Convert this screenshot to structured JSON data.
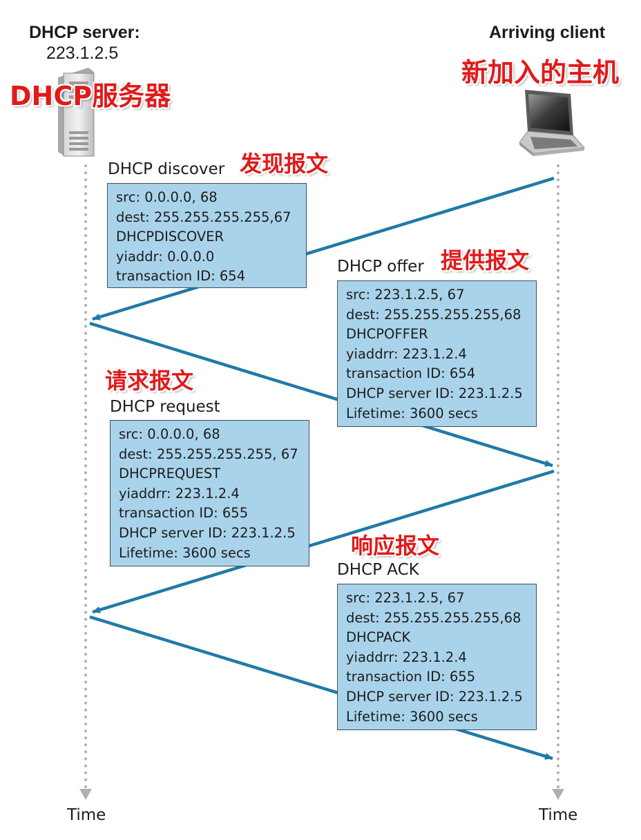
{
  "server": {
    "label": "DHCP server:",
    "address": "223.1.2.5",
    "label_zh": "DHCP服务器"
  },
  "client": {
    "label": "Arriving client",
    "label_zh": "新加入的主机"
  },
  "timeline": {
    "left_time": "Time",
    "right_time": "Time"
  },
  "messages": [
    {
      "title": "DHCP discover",
      "title_zh": "发现报文",
      "direction": "client-to-server",
      "fields": [
        "src: 0.0.0.0, 68",
        "dest: 255.255.255.255,67",
        "DHCPDISCOVER",
        "yiaddr: 0.0.0.0",
        "transaction ID: 654"
      ]
    },
    {
      "title": "DHCP offer",
      "title_zh": "提供报文",
      "direction": "server-to-client",
      "fields": [
        "src: 223.1.2.5, 67",
        "dest: 255.255.255.255,68",
        "DHCPOFFER",
        "yiaddrr: 223.1.2.4",
        "transaction ID: 654",
        "DHCP server ID: 223.1.2.5",
        "Lifetime: 3600 secs"
      ]
    },
    {
      "title": "DHCP request",
      "title_zh": "请求报文",
      "direction": "client-to-server",
      "fields": [
        "src: 0.0.0.0, 68",
        "dest: 255.255.255.255, 67",
        "DHCPREQUEST",
        "yiaddrr: 223.1.2.4",
        "transaction ID: 655",
        "DHCP server ID: 223.1.2.5",
        "Lifetime: 3600 secs"
      ]
    },
    {
      "title": "DHCP ACK",
      "title_zh": "响应报文",
      "direction": "server-to-client",
      "fields": [
        "src: 223.1.2.5, 67",
        "dest: 255.255.255.255,68",
        "DHCPACK",
        "yiaddrr: 223.1.2.4",
        "transaction ID: 655",
        "DHCP server ID: 223.1.2.5",
        "Lifetime: 3600 secs"
      ]
    }
  ],
  "colors": {
    "arrow": "#1f7aa8",
    "box_fill": "#a9d3ea",
    "annotation": "#e11a1a",
    "timeline": "#b0b0b0"
  },
  "icons": [
    "server-tower-icon",
    "laptop-icon"
  ]
}
